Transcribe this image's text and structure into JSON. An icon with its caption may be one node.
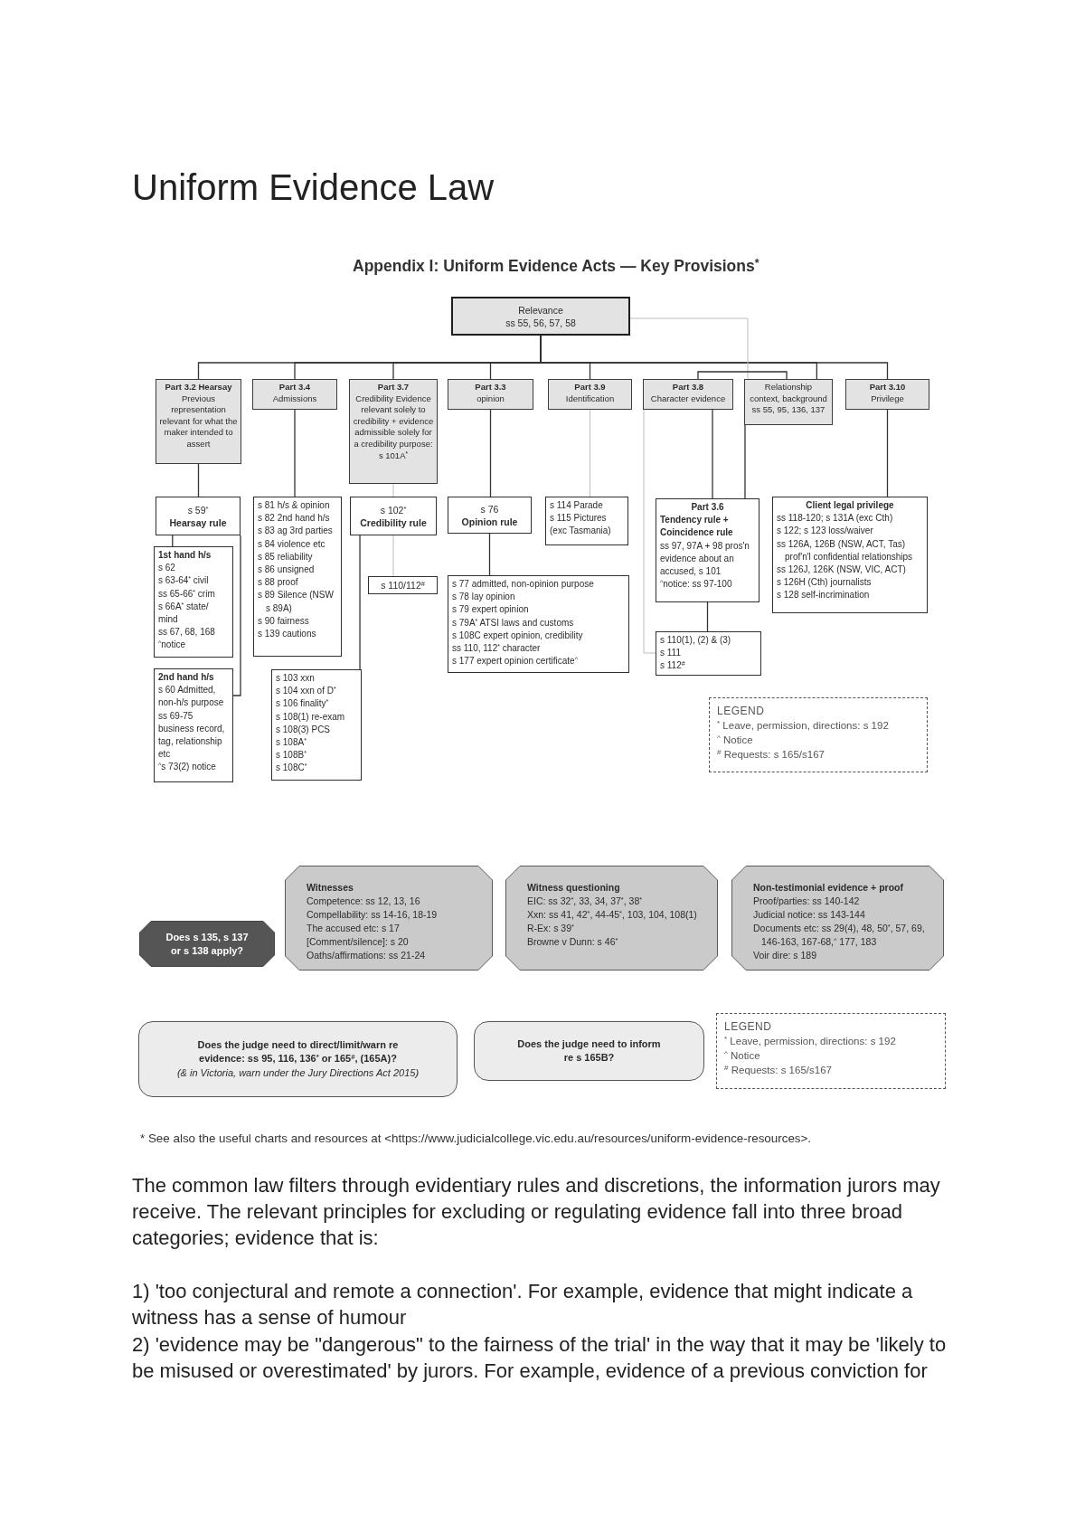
{
  "diagram": {
    "title": "Appendix I: Uniform Evidence Acts — Key Provisions$^{*}$",
    "nodes": [
      {
        "text": [
          "Relevance",
          "ss 55, 56, 57, 58"
        ]
      },
      {
        "text": [
          "Part 3.2 Hearsay",
          "Previous representation relevant for what the maker intended to assert"
        ]
      },
      {
        "text": [
          "Part 3.4",
          "Admissions"
        ]
      },
      {
        "text": [
          "Part 3.7",
          "Credibility Evidence relevant solely to credibility + evidence admissible solely for a credibility purpose: s 101A$^{*}$"
        ]
      },
      {
        "text": [
          "Part 3.3",
          "opinion"
        ]
      },
      {
        "text": [
          "Part 3.9",
          "Identification"
        ]
      },
      {
        "text": [
          "Part 3.8",
          "Character evidence"
        ]
      },
      {
        "text": [
          "Relationship context, background",
          "ss 55, 95, 136, 137"
        ]
      },
      {
        "text": [
          "Part 3.10",
          "Privilege"
        ]
      },
      {
        "text": [
          "s 59$^{*}$",
          "Hearsay rule"
        ]
      },
      {
        "text": [
          "s 81 h/s & opinion",
          "s 82 2nd hand h/s",
          "s 83 ag 3rd parties",
          "s 84 violence etc",
          "s 85 reliability",
          "s 86 unsigned",
          "s 88 proof",
          "s 89 Silence (NSW s 89A)",
          "s 90 fairness",
          "s 139 cautions"
        ]
      },
      {
        "text": [
          "s 102$^{*}$",
          "Credibility rule"
        ]
      },
      {
        "text": [
          "s 76",
          "Opinion rule"
        ]
      },
      {
        "text": [
          "s 114 Parade",
          "s 115 Pictures (exc Tasmania)"
        ]
      },
      {
        "text": [
          "Part 3.6",
          "Tendency rule + Coincidence rule",
          "ss 97, 97A + 98 pros'n evidence about an accused, s 101",
          "$^{^}$notice: ss 97-100"
        ]
      },
      {
        "text": [
          "Client legal privilege",
          "ss 118-120; s 131A (exc Cth)",
          "s 122; s 123 loss/waiver",
          "ss 126A, 126B (NSW, ACT, Tas) prof'n'l confidential relationships",
          "ss 126J, 126K (NSW, VIC, ACT)",
          "s 126H (Cth) journalists",
          "s 128 self-incrimination"
        ]
      },
      {
        "text": [
          "1st hand h/s",
          "s 62",
          "s 63-64$^{*}$ civil",
          "ss 65-66$^{*}$ crim",
          "s 66A$^{*}$ state/ mind",
          "ss 67, 68, 168 $^{^}$notice"
        ]
      },
      {
        "text": [
          "s 110/112$^{#}$"
        ]
      },
      {
        "text": [
          "s 77 admitted, non-opinion purpose",
          "s 78 lay opinion",
          "s 79 expert opinion",
          "s 79A$^{*}$ ATSI laws and customs",
          "s 108C expert opinion, credibility",
          "ss 110, 112$^{*}$ character",
          "s 177 expert opinion certificate$^{^}$"
        ]
      },
      {
        "text": [
          "s 110(1), (2) & (3)",
          "s 111",
          "s 112$^{#}$"
        ]
      },
      {
        "text": [
          "2nd hand h/s",
          "s 60 Admitted, non-h/s purpose",
          "ss 69-75 business record, tag, relationship etc",
          "$^{^}$s 73(2) notice"
        ]
      },
      {
        "text": [
          "s 103 xxn",
          "s 104 xxn of D$^{*}$",
          "s 106 finality$^{*}$",
          "s 108(1) re-exam",
          "s 108(3) PCS",
          "s 108A$^{*}$",
          "s 108B$^{*}$",
          "s 108C$^{*}$"
        ]
      },
      {
        "text": [
          "Does s 135, s 137 or s 138 apply?"
        ]
      },
      {
        "text": [
          "Witnesses",
          "Competence: ss 12, 13, 16",
          "Compellability: ss 14-16, 18-19",
          "The accused etc: s 17",
          "[Comment/silence]: s 20",
          "Oaths/affirmations: ss 21-24"
        ]
      },
      {
        "text": [
          "Witness questioning",
          "EIC: ss 32$^{*}$, 33, 34, 37$^{*}$, 38$^{*}$",
          "Xxn: ss 41, 42$^{*}$, 44-45$^{*}$, 103, 104, 108(1)",
          "R-Ex: s 39$^{*}$",
          "Browne v Dunn: s 46$^{*}$"
        ]
      },
      {
        "text": [
          "Non-testimonial evidence + proof",
          "Proof/parties: ss 140-142",
          "Judicial notice: ss 143-144",
          "Documents etc: ss 29(4), 48, 50$^{*}$, 57, 69, 146-163, 167-68,$^{^}$ 177, 183",
          "Voir dire: s 189"
        ]
      },
      {
        "text": [
          "Does the judge need to direct/limit/warn re evidence: ss 95, 116, 136$^{*}$ or 165$^{#}$, (165A)?",
          "(& in Victoria, warn under the Jury Directions Act 2015)"
        ]
      },
      {
        "text": [
          "Does the judge need to inform re s 165B?"
        ]
      }
    ],
    "edges": [
      {
        "from": 0,
        "to": 1,
        "arrow": "none"
      },
      {
        "from": 0,
        "to": 2,
        "arrow": "none"
      },
      {
        "from": 0,
        "to": 3,
        "arrow": "none"
      },
      {
        "from": 0,
        "to": 4,
        "arrow": "none"
      },
      {
        "from": 0,
        "to": 5,
        "arrow": "none"
      },
      {
        "from": 0,
        "to": 7,
        "arrow": "none"
      },
      {
        "from": 0,
        "to": 8,
        "arrow": "none"
      },
      {
        "from": 0,
        "to": 7,
        "arrow": "none",
        "color": "#bdbdbd"
      },
      {
        "from": 6,
        "to": 7,
        "arrow": "none"
      },
      {
        "from": 1,
        "to": 9,
        "arrow": "none"
      },
      {
        "from": 2,
        "to": 10,
        "arrow": "none"
      },
      {
        "from": 3,
        "to": 11,
        "arrow": "none",
        "color": "#bdbdbd"
      },
      {
        "from": 4,
        "to": 12,
        "arrow": "none"
      },
      {
        "from": 5,
        "to": 13,
        "arrow": "none",
        "color": "#bdbdbd"
      },
      {
        "from": 6,
        "to": 14,
        "arrow": "none"
      },
      {
        "from": 7,
        "to": 14,
        "arrow": "none"
      },
      {
        "from": 8,
        "to": 15,
        "arrow": "none"
      },
      {
        "from": 9,
        "to": 16,
        "arrow": "none"
      },
      {
        "from": 9,
        "to": 20,
        "arrow": "none"
      },
      {
        "from": 11,
        "to": 17,
        "arrow": "none",
        "color": "#bdbdbd"
      },
      {
        "from": 11,
        "to": 21,
        "arrow": "none"
      },
      {
        "from": 12,
        "to": 18,
        "arrow": "none"
      },
      {
        "from": 14,
        "to": 19,
        "arrow": "none"
      },
      {
        "from": 6,
        "to": 19,
        "arrow": "none",
        "color": "#bdbdbd"
      }
    ],
    "labels": [
      "Uniform Evidence Law",
      "LEGEND",
      "LEGEND",
      "* See also the useful charts and resources at <https://www.judicialcollege.vic.edu.au/resources/uniform-evidence-resources>.",
      "The common law filters through evidentiary rules and discretions, the information jurors may receive. The relevant principles for excluding or regulating evidence fall into three broad categories; evidence that is:",
      "1) 'too conjectural and remote a connection'. For example, evidence that might indicate a witness has a sense of humour",
      "2) 'evidence may be \"dangerous\" to the fairness of the trial' in the way that it may be 'likely to be misused or overestimated' by jurors. For example, evidence of a previous conviction for"
    ],
    "legend": [
      {
        "text": "$^{*}$ Leave, permission, directions: s 192"
      },
      {
        "text": "$^{^}$ Notice"
      },
      {
        "text": "$^{#}$ Requests: s 165/s167"
      },
      {
        "text": "$^{*}$ Leave, permission, directions: s 192"
      },
      {
        "text": "$^{^}$ Notice"
      },
      {
        "text": "$^{#}$ Requests: s 165/s167"
      }
    ]
  }
}
